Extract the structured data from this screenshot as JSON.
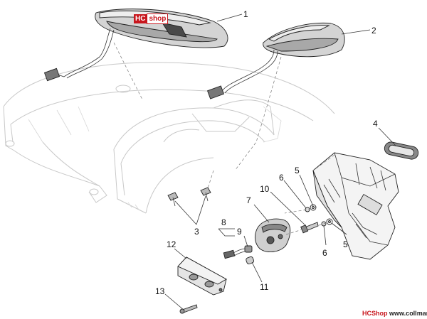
{
  "logo": {
    "hc": "HC",
    "shop": "shop"
  },
  "footer": {
    "brand": "HCShop",
    "site": "www.collmann.eu"
  },
  "callouts": [
    {
      "id": "c1",
      "label": "1"
    },
    {
      "id": "c2",
      "label": "2"
    },
    {
      "id": "c3",
      "label": "3"
    },
    {
      "id": "c4",
      "label": "4"
    },
    {
      "id": "c5a",
      "label": "5"
    },
    {
      "id": "c5b",
      "label": "5"
    },
    {
      "id": "c6a",
      "label": "6"
    },
    {
      "id": "c6b",
      "label": "6"
    },
    {
      "id": "c7",
      "label": "7"
    },
    {
      "id": "c8",
      "label": "8"
    },
    {
      "id": "c9",
      "label": "9"
    },
    {
      "id": "c10",
      "label": "10"
    },
    {
      "id": "c11",
      "label": "11"
    },
    {
      "id": "c12",
      "label": "12"
    },
    {
      "id": "c13",
      "label": "13"
    }
  ]
}
